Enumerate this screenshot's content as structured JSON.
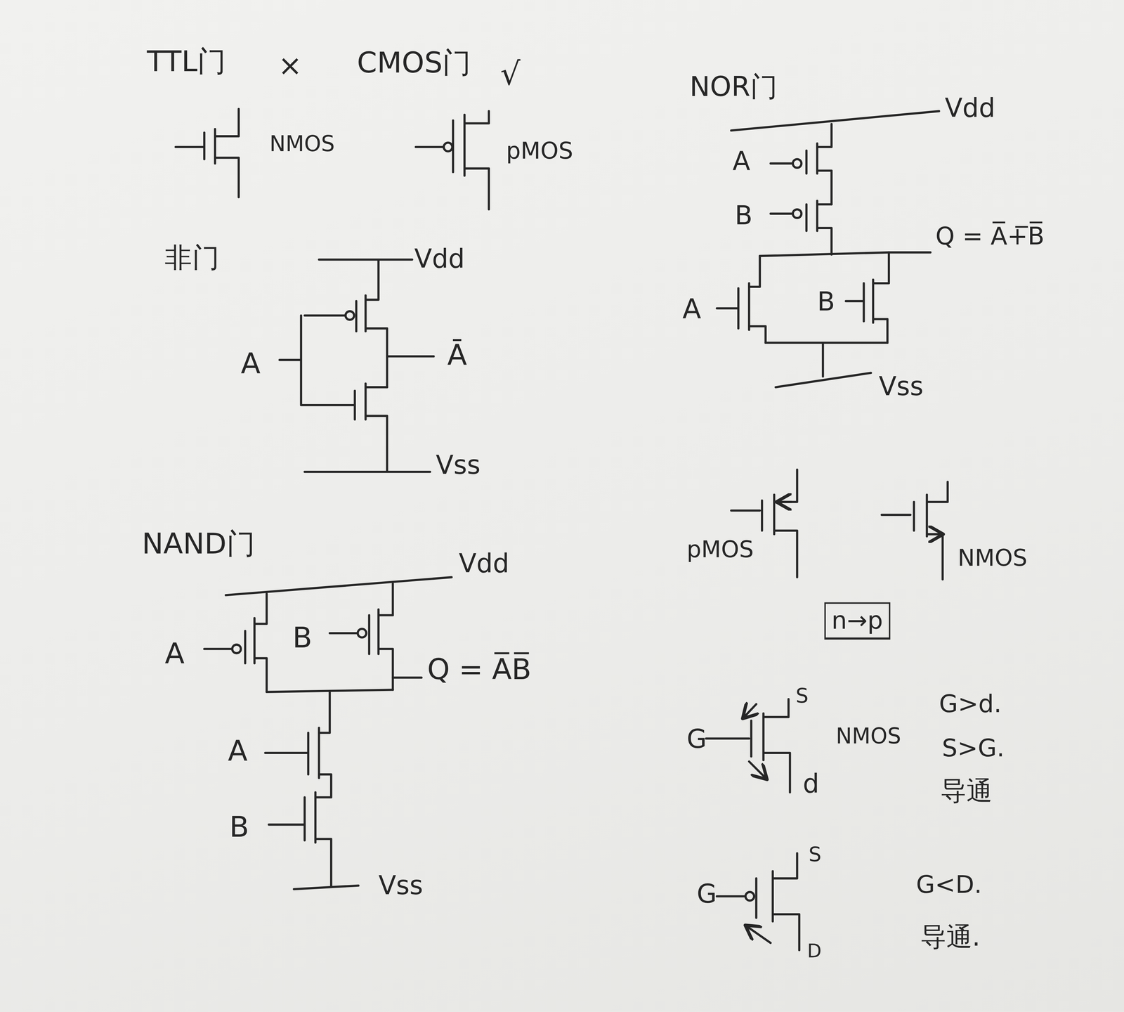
{
  "diagram": {
    "nodes": [
      {
        "text": [
          "n→p"
        ]
      }
    ],
    "labels": [
      "TTL门",
      "×",
      "CMOS门",
      "√",
      "NMOS",
      "pMOS",
      "非门",
      "Vdd",
      "A",
      "Ā",
      "Vss",
      "NAND门",
      "Vdd",
      "A",
      "B",
      "Q = A̅B̅",
      "A",
      "B",
      "Vss",
      "NOR门",
      "Vdd",
      "A",
      "B",
      "Q = A̅+̅B̅",
      "A",
      "B",
      "Vss",
      "pMOS",
      "NMOS",
      "G",
      "S",
      "d",
      "NMOS",
      "G>d.",
      "S>G.",
      "导通",
      "G",
      "S",
      "D",
      "G<D.",
      "导通."
    ]
  }
}
